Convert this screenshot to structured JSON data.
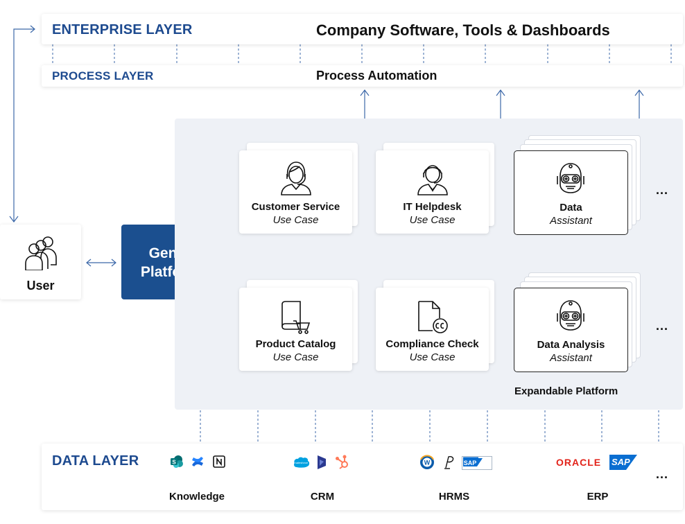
{
  "enterprise_layer": {
    "label": "ENTERPRISE LAYER",
    "content": "Company Software, Tools & Dashboards"
  },
  "process_layer": {
    "label": "PROCESS LAYER",
    "content": "Process Automation"
  },
  "user": {
    "label": "User",
    "icon": "users-icon"
  },
  "genai_platform": {
    "line1": "GenAI",
    "line2": "Platform",
    "color": "#1b4f8f"
  },
  "use_cases": [
    {
      "title": "Customer Service",
      "subtitle": "Use Case",
      "icon": "customer-service-agent-icon"
    },
    {
      "title": "IT Helpdesk",
      "subtitle": "Use Case",
      "icon": "helpdesk-agent-icon"
    },
    {
      "title": "Data",
      "subtitle": "Assistant",
      "icon": "robot-icon"
    },
    {
      "title": "Product Catalog",
      "subtitle": "Use Case",
      "icon": "catalog-cart-icon"
    },
    {
      "title": "Compliance Check",
      "subtitle": "Use Case",
      "icon": "compliance-document-icon"
    },
    {
      "title": "Data Analysis",
      "subtitle": "Assistant",
      "icon": "robot-icon"
    }
  ],
  "ellipsis": "...",
  "expandable_label": "Expandable Platform",
  "data_layer": {
    "label": "DATA LAYER",
    "groups": [
      {
        "label": "Knowledge",
        "logos": [
          "sharepoint-logo",
          "confluence-logo",
          "notion-logo"
        ]
      },
      {
        "label": "CRM",
        "logos": [
          "salesforce-logo",
          "dynamics-logo",
          "hubspot-logo"
        ]
      },
      {
        "label": "HRMS",
        "logos": [
          "workday-logo",
          "personio-logo",
          "sap-successfactors-logo"
        ]
      },
      {
        "label": "ERP",
        "logos": [
          "oracle-logo",
          "sap-logo"
        ],
        "text_logos": [
          "ORACLE",
          "SAP"
        ]
      }
    ]
  },
  "colors": {
    "accent": "#1d4a8f",
    "platform_bg": "#eef1f6",
    "oracle": "#e2231a",
    "sap": "#0a6ed1"
  }
}
